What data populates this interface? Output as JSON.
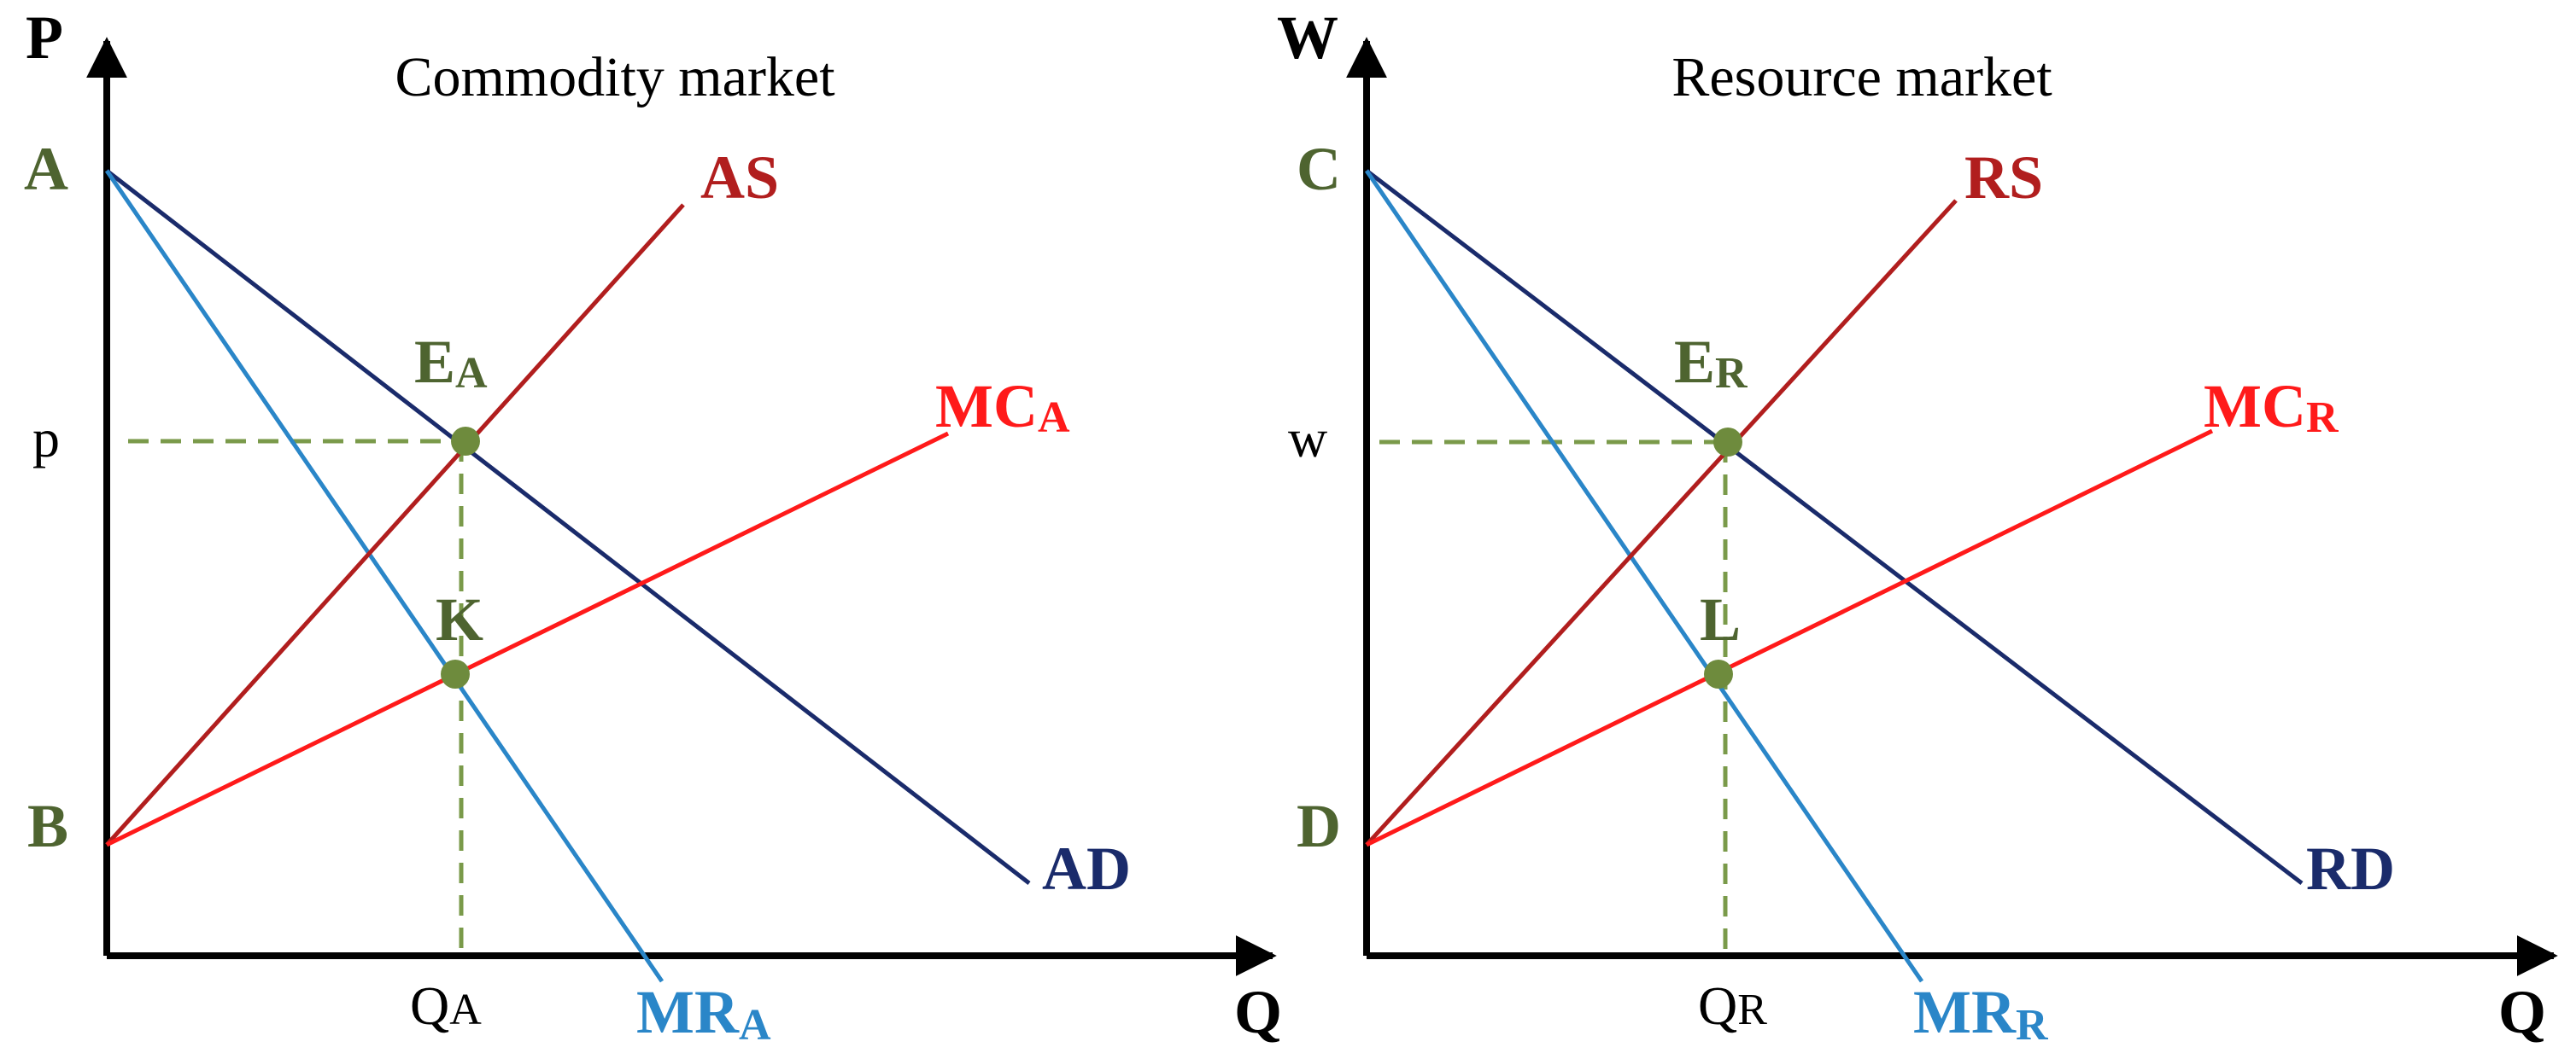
{
  "colors": {
    "axis": "#000000",
    "supply": "#b11e1e",
    "marginal_cost": "#ff1a1a",
    "demand": "#1a2b6b",
    "marginal_revenue": "#2a86c8",
    "guide": "#7a9a4a",
    "point": "#6e8b3d",
    "point_label": "#4e6430"
  },
  "panels": [
    {
      "title": "Commodity market",
      "y_axis_label": "P",
      "x_axis_label": "Q",
      "points": {
        "top": "A",
        "bottom": "B",
        "equilibrium": "E",
        "equilibrium_sub": "A",
        "mc_mr": "K"
      },
      "price_tick": "p",
      "quantity_tick": "Q",
      "quantity_tick_sub": "A",
      "curves": {
        "supply": "AS",
        "demand": "AD",
        "marginal_cost": "MC",
        "marginal_cost_sub": "A",
        "marginal_revenue": "MR",
        "marginal_revenue_sub": "A"
      }
    },
    {
      "title": "Resource market",
      "y_axis_label": "W",
      "x_axis_label": "Q",
      "points": {
        "top": "C",
        "bottom": "D",
        "equilibrium": "E",
        "equilibrium_sub": "R",
        "mc_mr": "L"
      },
      "price_tick": "w",
      "quantity_tick": "Q",
      "quantity_tick_sub": "R",
      "curves": {
        "supply": "RS",
        "demand": "RD",
        "marginal_cost": "MC",
        "marginal_cost_sub": "R",
        "marginal_revenue": "MR",
        "marginal_revenue_sub": "R"
      }
    }
  ]
}
